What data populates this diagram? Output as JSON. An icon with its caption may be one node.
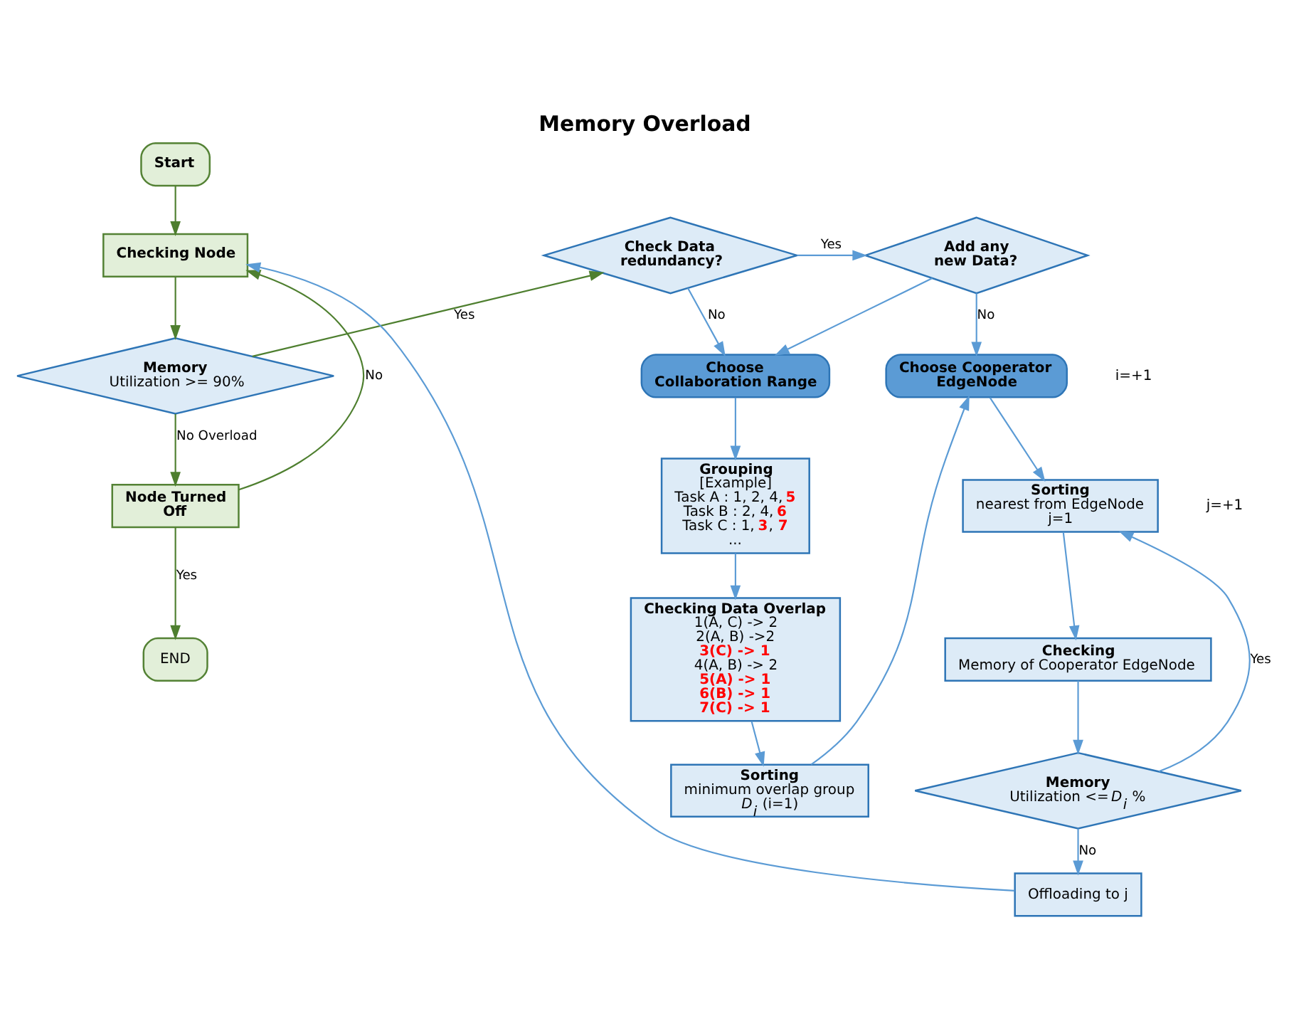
{
  "diagram": {
    "title": "Memory Overload",
    "nodes": [
      {
        "text": [
          "Start"
        ]
      },
      {
        "text": [
          "Checking Node"
        ]
      },
      {
        "text": [
          "Memory",
          "Utilization >= 90%"
        ]
      },
      {
        "text": [
          "Node Turned Off"
        ]
      },
      {
        "text": [
          "END"
        ]
      },
      {
        "text": [
          "Check Data redundancy?"
        ]
      },
      {
        "text": [
          "Add any new Data?"
        ]
      },
      {
        "text": [
          "Choose Collaboration Range"
        ]
      },
      {
        "text": [
          "Grouping",
          "[Example]",
          "Task A : 1, 2, 4, **5**",
          "Task B : 2, 4, **6**",
          "Task C : 1, **3**, **7**",
          "..."
        ]
      },
      {
        "text": [
          "**Checking** Data Overlap",
          "1(A, C) -> 2",
          "2(A, B) ->2",
          "3(C) -> 1",
          "4(A, B) -> 2",
          "5(A) -> 1",
          "6(B) -> 1",
          "7(C) -> 1"
        ]
      },
      {
        "text": [
          "Sorting",
          "minimum overlap group",
          "*D*$_{i}$ (i=1)"
        ]
      },
      {
        "text": [
          "Choose Cooperator EdgeNode"
        ]
      },
      {
        "text": [
          "Sorting",
          "nearest from EdgeNode",
          "j=1"
        ]
      },
      {
        "text": [
          "Checking",
          "Memory of Cooperator EdgeNode"
        ]
      },
      {
        "text": [
          "Memory",
          "Utilization <= *D*$_{i}$ %"
        ]
      },
      {
        "text": [
          "Offloading to j"
        ]
      }
    ],
    "edges": [
      {
        "from": 0,
        "to": 1,
        "arrow": "to",
        "color": "#4e7f2f"
      },
      {
        "from": 1,
        "to": 2,
        "arrow": "to",
        "color": "#4e7f2f"
      },
      {
        "from": 2,
        "to": 5,
        "arrow": "to",
        "label": "Yes",
        "color": "#4e7f2f"
      },
      {
        "from": 2,
        "to": 3,
        "arrow": "to",
        "label": "No Overload",
        "color": "#4e7f2f"
      },
      {
        "from": 3,
        "to": 4,
        "arrow": "to",
        "label": "Yes",
        "color": "#4e7f2f"
      },
      {
        "from": 3,
        "to": 1,
        "arrow": "to",
        "label": "No",
        "color": "#4e7f2f"
      },
      {
        "from": 5,
        "to": 6,
        "arrow": "to",
        "label": "Yes"
      },
      {
        "from": 5,
        "to": 7,
        "arrow": "to",
        "label": "No"
      },
      {
        "from": 6,
        "to": 7,
        "arrow": "to"
      },
      {
        "from": 6,
        "to": 11,
        "arrow": "to",
        "label": "No"
      },
      {
        "from": 7,
        "to": 8,
        "arrow": "to"
      },
      {
        "from": 8,
        "to": 9,
        "arrow": "to"
      },
      {
        "from": 9,
        "to": 10,
        "arrow": "to"
      },
      {
        "from": 10,
        "to": 11,
        "arrow": "to"
      },
      {
        "from": 11,
        "to": 12,
        "arrow": "to"
      },
      {
        "from": 12,
        "to": 13,
        "arrow": "to"
      },
      {
        "from": 13,
        "to": 14,
        "arrow": "to"
      },
      {
        "from": 14,
        "to": 12,
        "arrow": "to",
        "label": "Yes"
      },
      {
        "from": 14,
        "to": 15,
        "arrow": "to",
        "label": "No"
      },
      {
        "from": 15,
        "to": 1,
        "arrow": "to"
      }
    ],
    "labels": [
      "i=+1",
      "j=+1"
    ]
  }
}
